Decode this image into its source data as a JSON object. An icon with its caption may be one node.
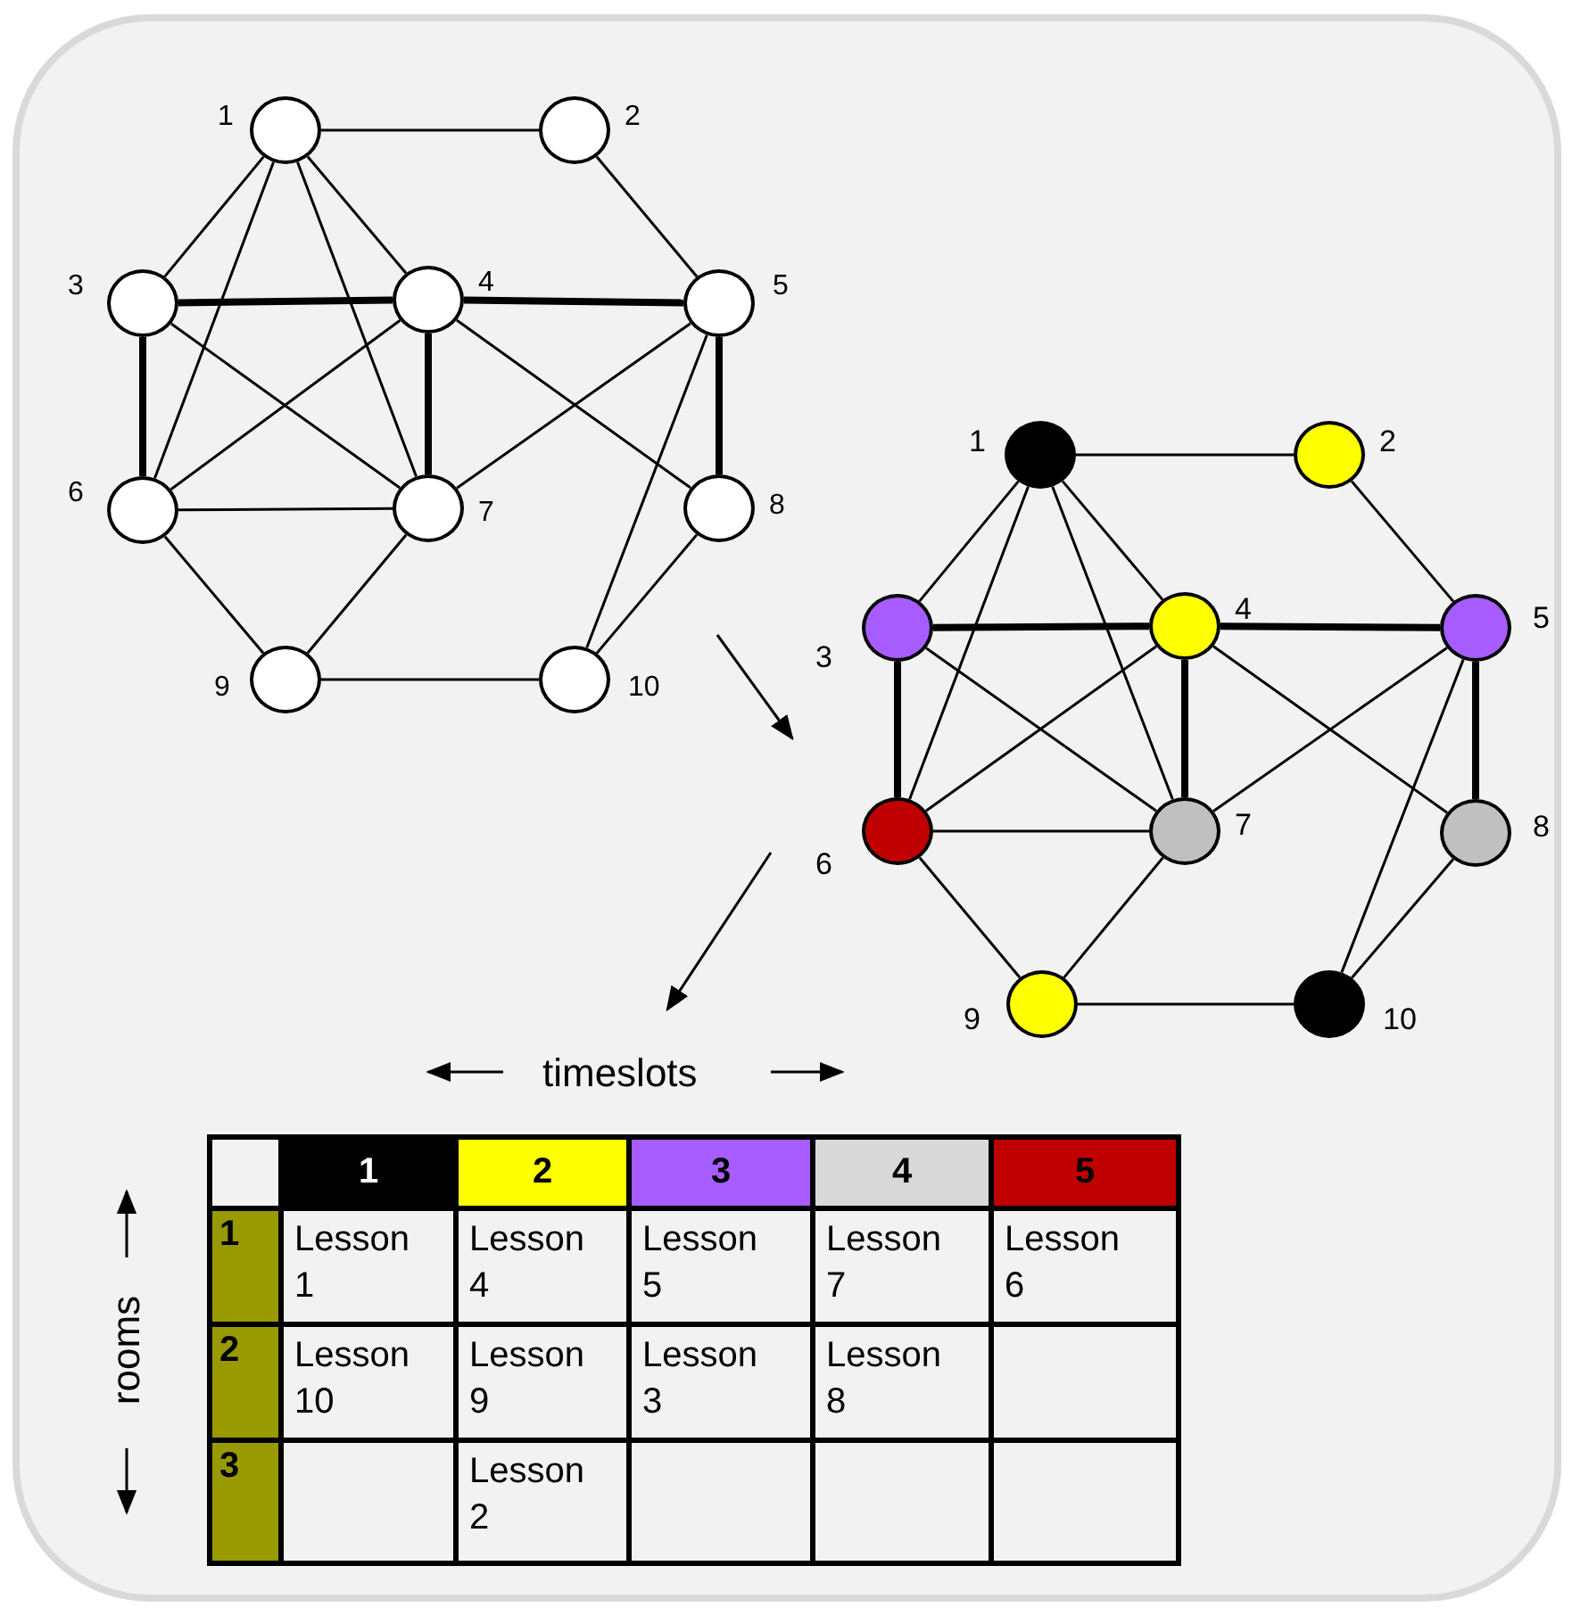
{
  "diagram": {
    "nodes": [
      {
        "text": [],
        "shape": "circle",
        "beside": [
          "1"
        ]
      },
      {
        "text": [],
        "shape": "circle",
        "beside": [
          "2"
        ]
      },
      {
        "text": [],
        "shape": "circle",
        "beside": [
          "3"
        ]
      },
      {
        "text": [],
        "shape": "circle",
        "beside": [
          "4"
        ]
      },
      {
        "text": [],
        "shape": "circle",
        "beside": [
          "5"
        ]
      },
      {
        "text": [],
        "shape": "circle",
        "beside": [
          "6"
        ]
      },
      {
        "text": [],
        "shape": "circle",
        "beside": [
          "7"
        ]
      },
      {
        "text": [],
        "shape": "circle",
        "beside": [
          "8"
        ]
      },
      {
        "text": [],
        "shape": "circle",
        "beside": [
          "9"
        ]
      },
      {
        "text": [],
        "shape": "circle",
        "beside": [
          "10"
        ]
      },
      {
        "text": [],
        "shape": "circle",
        "beside": [
          "1"
        ]
      },
      {
        "text": [],
        "shape": "circle",
        "beside": [
          "2"
        ]
      },
      {
        "text": [],
        "shape": "circle",
        "beside": [
          "3"
        ]
      },
      {
        "text": [],
        "shape": "circle",
        "beside": [
          "4"
        ]
      },
      {
        "text": [],
        "shape": "circle",
        "beside": [
          "5"
        ]
      },
      {
        "text": [],
        "shape": "circle",
        "beside": [
          "6"
        ]
      },
      {
        "text": [],
        "shape": "circle",
        "beside": [
          "7"
        ]
      },
      {
        "text": [],
        "shape": "circle",
        "beside": [
          "8"
        ]
      },
      {
        "text": [],
        "shape": "circle",
        "beside": [
          "9"
        ]
      },
      {
        "text": [],
        "shape": "circle",
        "beside": [
          "10"
        ]
      }
    ],
    "edges": [
      {
        "from": 0,
        "to": 1,
        "arrow": "none"
      },
      {
        "from": 0,
        "to": 2,
        "arrow": "none"
      },
      {
        "from": 0,
        "to": 5,
        "arrow": "none"
      },
      {
        "from": 0,
        "to": 6,
        "arrow": "none"
      },
      {
        "from": 0,
        "to": 3,
        "arrow": "none"
      },
      {
        "from": 1,
        "to": 4,
        "arrow": "none"
      },
      {
        "from": 2,
        "to": 3,
        "arrow": "none",
        "style": "thick"
      },
      {
        "from": 2,
        "to": 5,
        "arrow": "none",
        "style": "thick"
      },
      {
        "from": 2,
        "to": 6,
        "arrow": "none"
      },
      {
        "from": 3,
        "to": 4,
        "arrow": "none",
        "style": "thick"
      },
      {
        "from": 3,
        "to": 5,
        "arrow": "none"
      },
      {
        "from": 3,
        "to": 6,
        "arrow": "none",
        "style": "thick"
      },
      {
        "from": 3,
        "to": 7,
        "arrow": "none"
      },
      {
        "from": 4,
        "to": 6,
        "arrow": "none"
      },
      {
        "from": 4,
        "to": 9,
        "arrow": "none"
      },
      {
        "from": 4,
        "to": 7,
        "arrow": "none",
        "style": "thick"
      },
      {
        "from": 5,
        "to": 6,
        "arrow": "none"
      },
      {
        "from": 5,
        "to": 8,
        "arrow": "none"
      },
      {
        "from": 6,
        "to": 8,
        "arrow": "none"
      },
      {
        "from": 7,
        "to": 9,
        "arrow": "none"
      },
      {
        "from": 8,
        "to": 9,
        "arrow": "none"
      },
      {
        "from": 10,
        "to": 11,
        "arrow": "none"
      },
      {
        "from": 10,
        "to": 12,
        "arrow": "none"
      },
      {
        "from": 10,
        "to": 15,
        "arrow": "none"
      },
      {
        "from": 10,
        "to": 16,
        "arrow": "none"
      },
      {
        "from": 10,
        "to": 13,
        "arrow": "none"
      },
      {
        "from": 11,
        "to": 14,
        "arrow": "none"
      },
      {
        "from": 12,
        "to": 13,
        "arrow": "none",
        "style": "thick"
      },
      {
        "from": 12,
        "to": 15,
        "arrow": "none",
        "style": "thick"
      },
      {
        "from": 12,
        "to": 16,
        "arrow": "none"
      },
      {
        "from": 13,
        "to": 14,
        "arrow": "none",
        "style": "thick"
      },
      {
        "from": 13,
        "to": 15,
        "arrow": "none"
      },
      {
        "from": 13,
        "to": 16,
        "arrow": "none",
        "style": "thick"
      },
      {
        "from": 13,
        "to": 17,
        "arrow": "none"
      },
      {
        "from": 14,
        "to": 16,
        "arrow": "none"
      },
      {
        "from": 14,
        "to": 19,
        "arrow": "none"
      },
      {
        "from": 14,
        "to": 17,
        "arrow": "none",
        "style": "thick"
      },
      {
        "from": 15,
        "to": 16,
        "arrow": "none"
      },
      {
        "from": 15,
        "to": 18,
        "arrow": "none"
      },
      {
        "from": 16,
        "to": 18,
        "arrow": "none"
      },
      {
        "from": 17,
        "to": 19,
        "arrow": "none"
      },
      {
        "from": 18,
        "to": 19,
        "arrow": "none"
      }
    ],
    "labels": [
      "timeslots",
      "rooms",
      "1",
      "2",
      "3",
      "4",
      "5",
      "1",
      "Lesson 1",
      "Lesson 4",
      "Lesson 5",
      "Lesson 7",
      "Lesson 6",
      "2",
      "Lesson 10",
      "Lesson 9",
      "Lesson 3",
      "Lesson 8",
      "3",
      "Lesson 2"
    ]
  }
}
